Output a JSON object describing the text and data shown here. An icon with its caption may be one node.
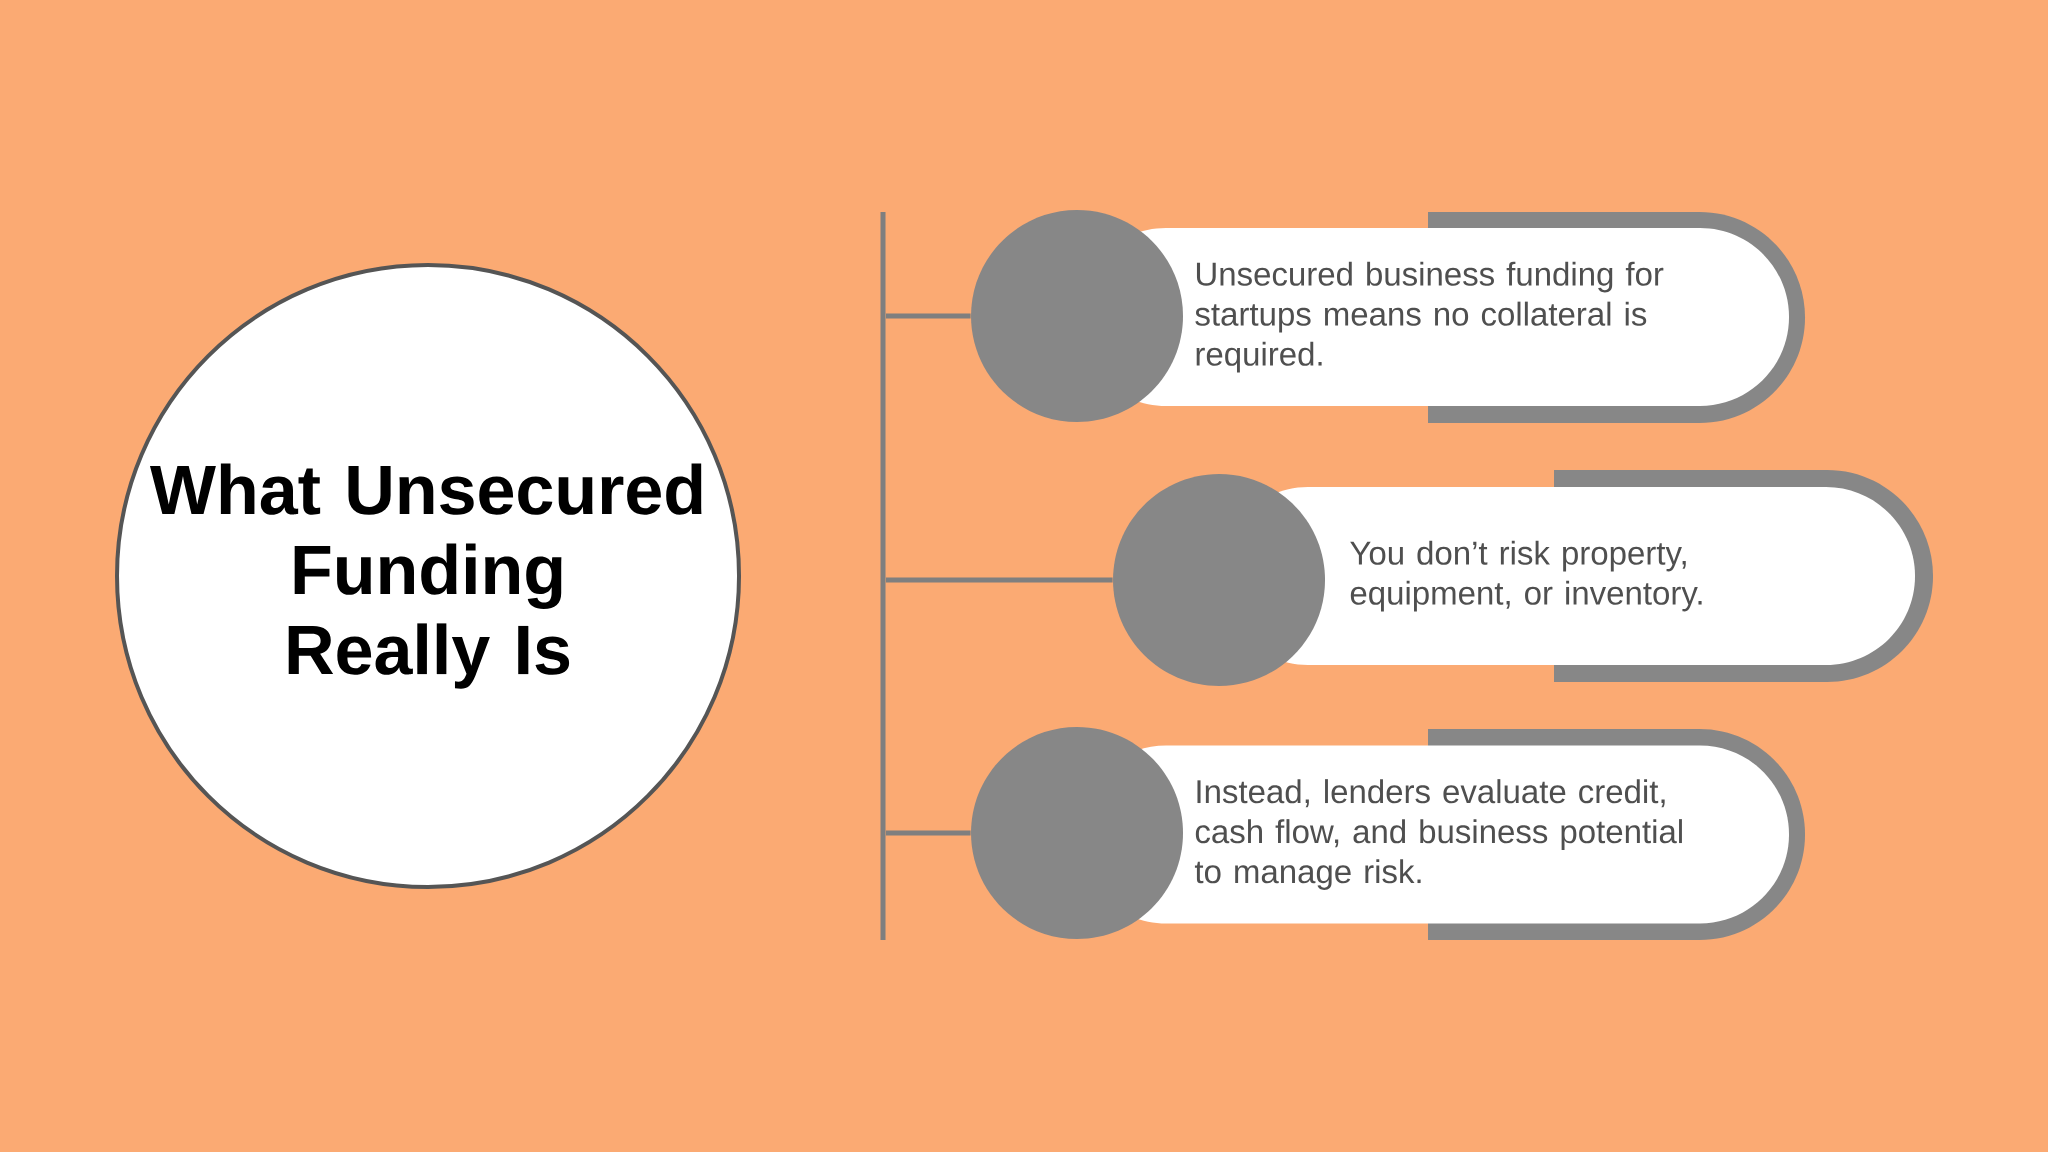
{
  "diagram": {
    "nodes": [
      {
        "text": [
          "What Unsecured Funding Really Is"
        ]
      },
      {
        "text": [],
        "shape": "bar"
      },
      {
        "text": [],
        "shape": "circle"
      },
      {
        "text": [
          "Unsecured business funding for startups means no collateral is required."
        ]
      },
      {
        "text": [],
        "shape": "circle"
      },
      {
        "text": [
          "You don’t risk property, equipment, or inventory."
        ]
      },
      {
        "text": [],
        "shape": "circle"
      },
      {
        "text": [
          "Instead, lenders evaluate credit, cash flow, and business potential to manage risk."
        ]
      }
    ],
    "edges": [
      {
        "from": 1,
        "to": 2,
        "arrow": "none"
      },
      {
        "from": 1,
        "to": 4,
        "arrow": "none"
      },
      {
        "from": 1,
        "to": 6,
        "arrow": "none"
      }
    ]
  }
}
